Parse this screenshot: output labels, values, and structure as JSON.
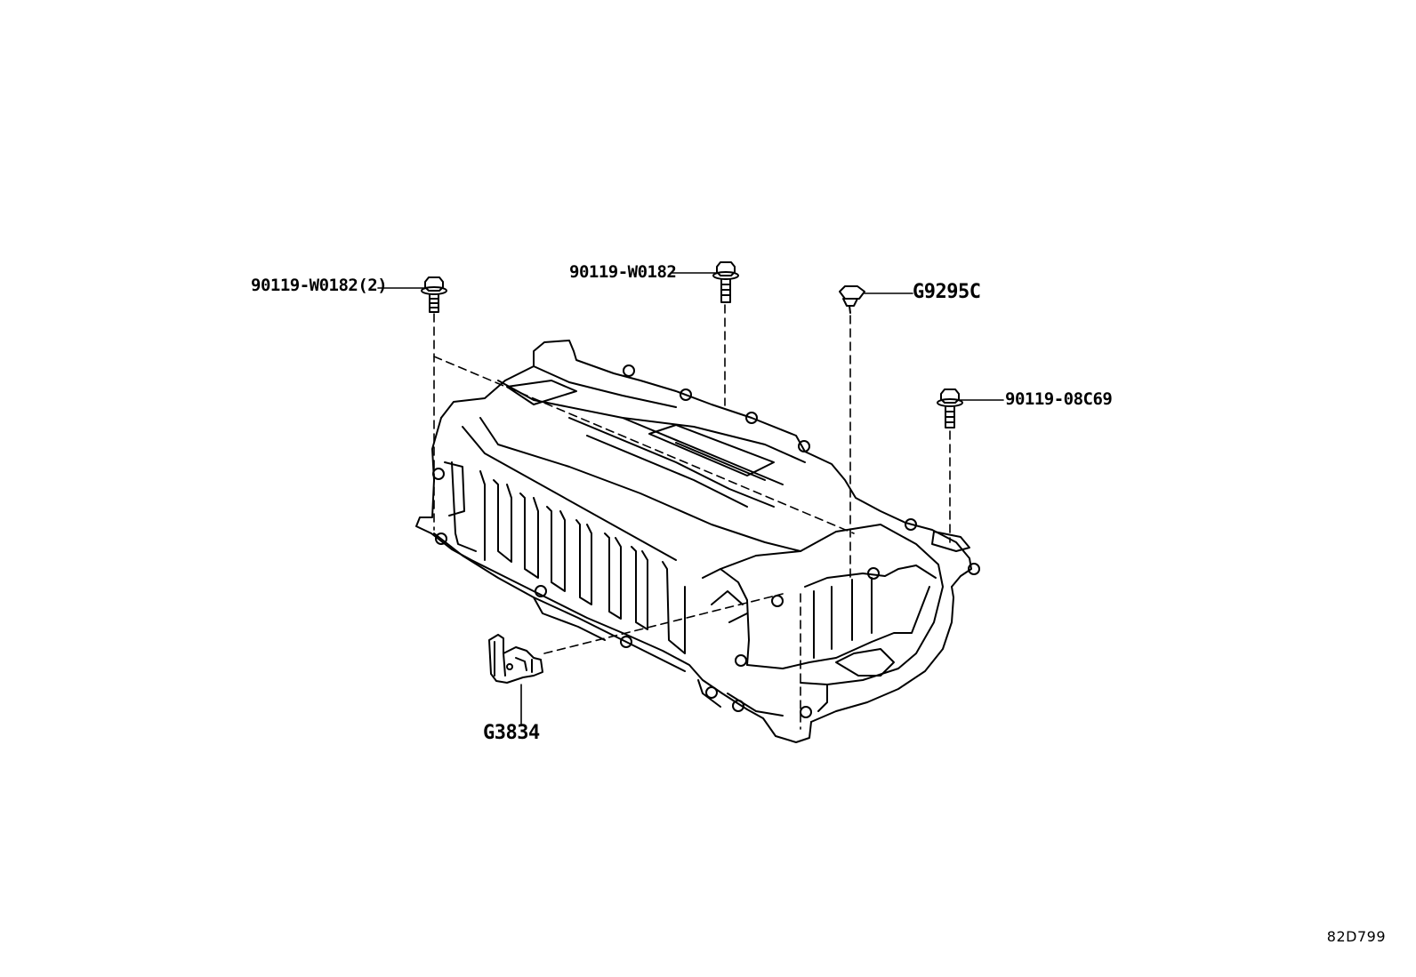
{
  "diagram": {
    "diagram_id": "82D799",
    "callouts": {
      "bolt_left": "90119-W0182(2)",
      "bolt_center": "90119-W0182",
      "clip": "G9295C",
      "bolt_right": "90119-08C69",
      "bracket": "G3834"
    }
  }
}
